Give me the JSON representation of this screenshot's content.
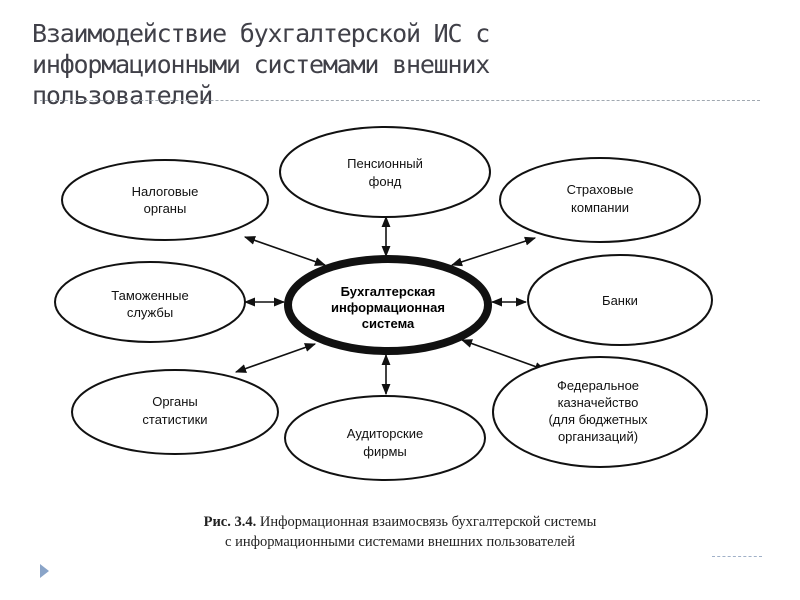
{
  "slide": {
    "title_lines": [
      "Взаимодействие бухгалтерской ИС с",
      "информационными системами внешних",
      "пользователей"
    ]
  },
  "diagram": {
    "center": {
      "lines": [
        "Бухгалтерская",
        "информационная",
        "система"
      ]
    },
    "nodes": [
      {
        "id": "tax",
        "lines": [
          "Налоговые",
          "органы"
        ]
      },
      {
        "id": "pension",
        "lines": [
          "Пенсионный",
          "фонд"
        ]
      },
      {
        "id": "insurance",
        "lines": [
          "Страховые",
          "компании"
        ]
      },
      {
        "id": "customs",
        "lines": [
          "Таможенные",
          "службы"
        ]
      },
      {
        "id": "banks",
        "lines": [
          "Банки"
        ]
      },
      {
        "id": "statistics",
        "lines": [
          "Органы",
          "статистики"
        ]
      },
      {
        "id": "audit",
        "lines": [
          "Аудиторские",
          "фирмы"
        ]
      },
      {
        "id": "treasury",
        "lines": [
          "Федеральное",
          "казначейство",
          "(для бюджетных",
          "организаций)"
        ]
      }
    ]
  },
  "caption": {
    "label": "Рис. 3.4.",
    "line1": "Информационная взаимосвязь бухгалтерской системы",
    "line2": "с информационными системами внешних пользователей"
  }
}
